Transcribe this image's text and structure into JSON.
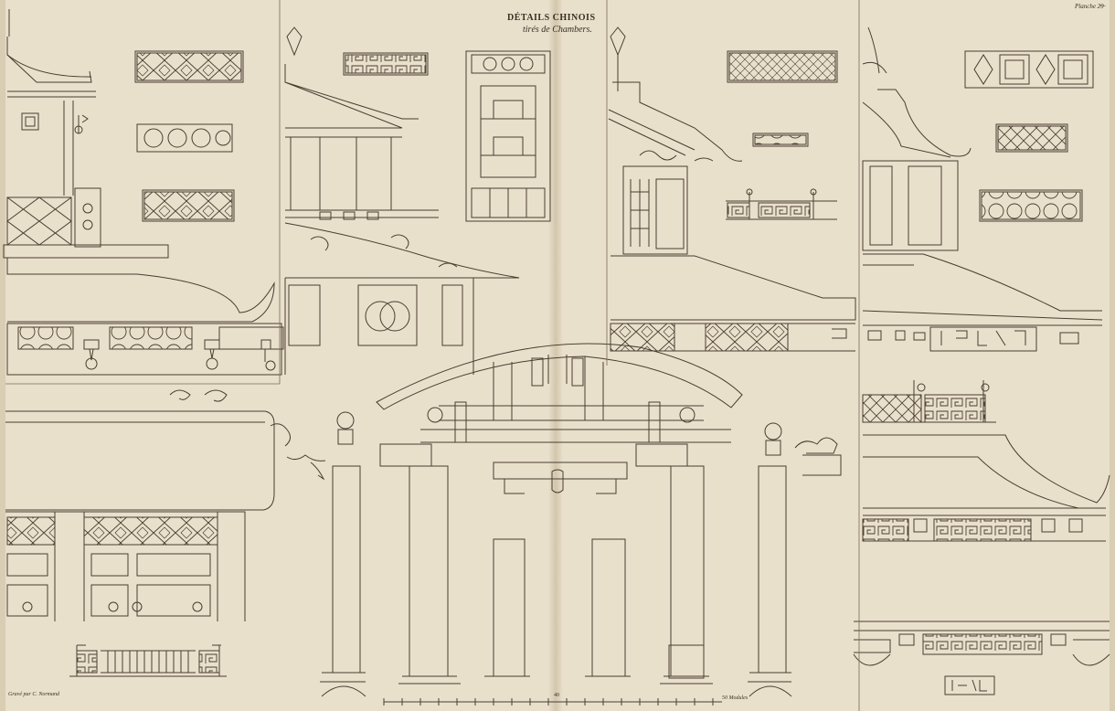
{
  "plate": {
    "title": "DÉTAILS CHINOIS",
    "subtitle": "tirés de Chambers.",
    "plate_label": "Planche 2̶9̶",
    "engraver": "Gravé par C. Normand",
    "scale_label": "50 Modules",
    "scale_number": "40"
  },
  "colors": {
    "paper": "#e9e0cc",
    "paper_dark": "#ddd2ba",
    "ink": "#4a3d30",
    "panel": "#e4dac4"
  }
}
